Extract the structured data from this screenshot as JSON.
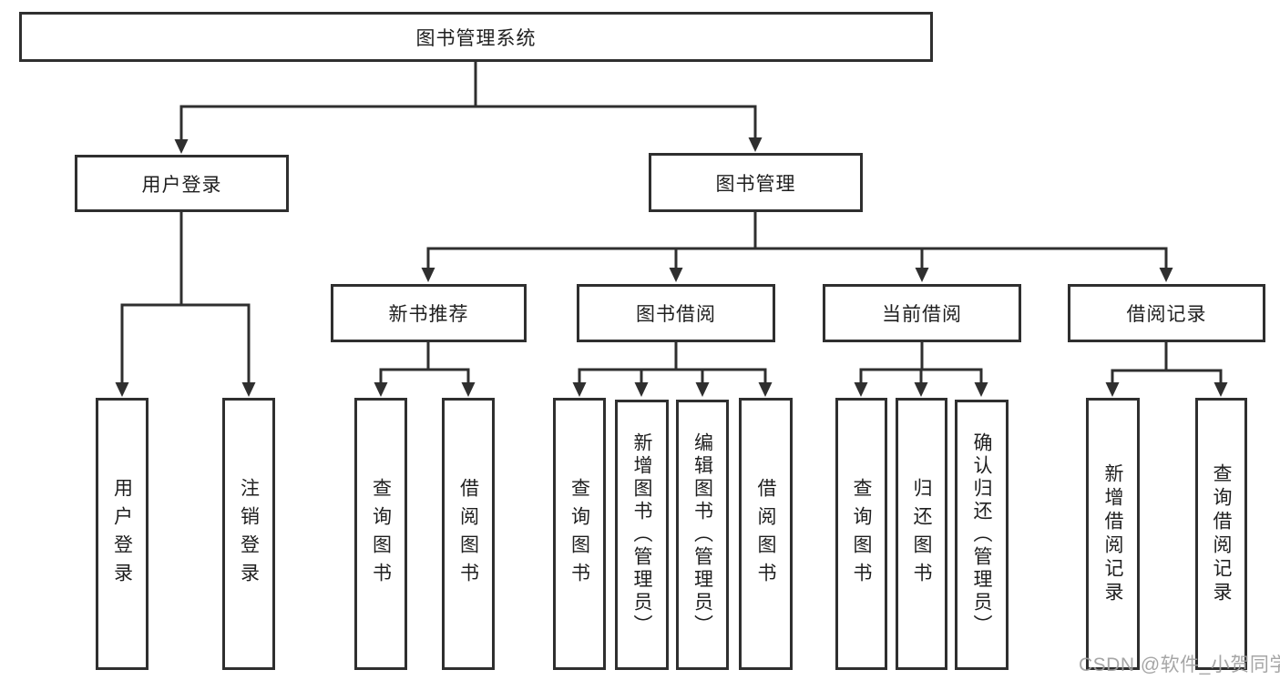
{
  "diagram": {
    "title": "图书管理系统",
    "nodes": {
      "root": {
        "label": "图书管理系统"
      },
      "user_login": {
        "label": "用户登录"
      },
      "book_mgmt": {
        "label": "图书管理"
      },
      "new_book_rec": {
        "label": "新书推荐"
      },
      "book_borrow": {
        "label": "图书借阅"
      },
      "current_borrow": {
        "label": "当前借阅"
      },
      "borrow_record": {
        "label": "借阅记录"
      },
      "leaf_user_login": {
        "label": "用户登录"
      },
      "leaf_logout": {
        "label": "注销登录"
      },
      "leaf_nbr_query": {
        "label": "查询图书"
      },
      "leaf_nbr_borrow": {
        "label": "借阅图书"
      },
      "leaf_bb_query": {
        "label": "查询图书"
      },
      "leaf_bb_add": {
        "label": "新增图书（管理员）"
      },
      "leaf_bb_edit": {
        "label": "编辑图书（管理员）"
      },
      "leaf_bb_borrow": {
        "label": "借阅图书"
      },
      "leaf_cb_query": {
        "label": "查询图书"
      },
      "leaf_cb_return": {
        "label": "归还图书"
      },
      "leaf_cb_confirm": {
        "label": "确认归还（管理员）"
      },
      "leaf_br_add": {
        "label": "新增借阅记录"
      },
      "leaf_br_query": {
        "label": "查询借阅记录"
      }
    },
    "colors": {
      "line": "#2f2f2f",
      "box_border": "#2f2f2f",
      "text": "#1f1f1f",
      "background": "#ffffff",
      "watermark": "#9e9e9e"
    }
  },
  "watermark": {
    "text": "CSDN @软件_小贺同学"
  }
}
